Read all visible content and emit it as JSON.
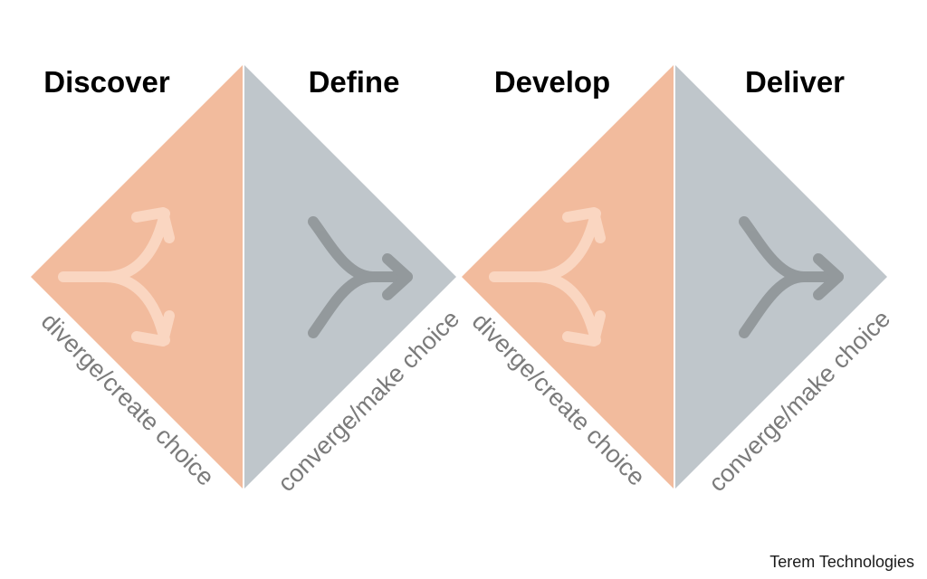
{
  "phases": [
    {
      "title": "Discover",
      "mode": "diverge",
      "label": "diverge/create choice"
    },
    {
      "title": "Define",
      "mode": "converge",
      "label": "converge/make choice"
    },
    {
      "title": "Develop",
      "mode": "diverge",
      "label": "diverge/create choice"
    },
    {
      "title": "Deliver",
      "mode": "converge",
      "label": "converge/make choice"
    }
  ],
  "credit": "Terem Technologies",
  "colors": {
    "diverge_fill": "#f2bb9d",
    "converge_fill": "#bfc6cb",
    "diverge_arrow": "#fbd9c6",
    "converge_arrow": "#8f9598",
    "edge_label": "#7b7b7b",
    "title": "#000000"
  },
  "icons": {
    "diverge": "split-arrows-icon",
    "converge": "merge-arrow-icon"
  }
}
